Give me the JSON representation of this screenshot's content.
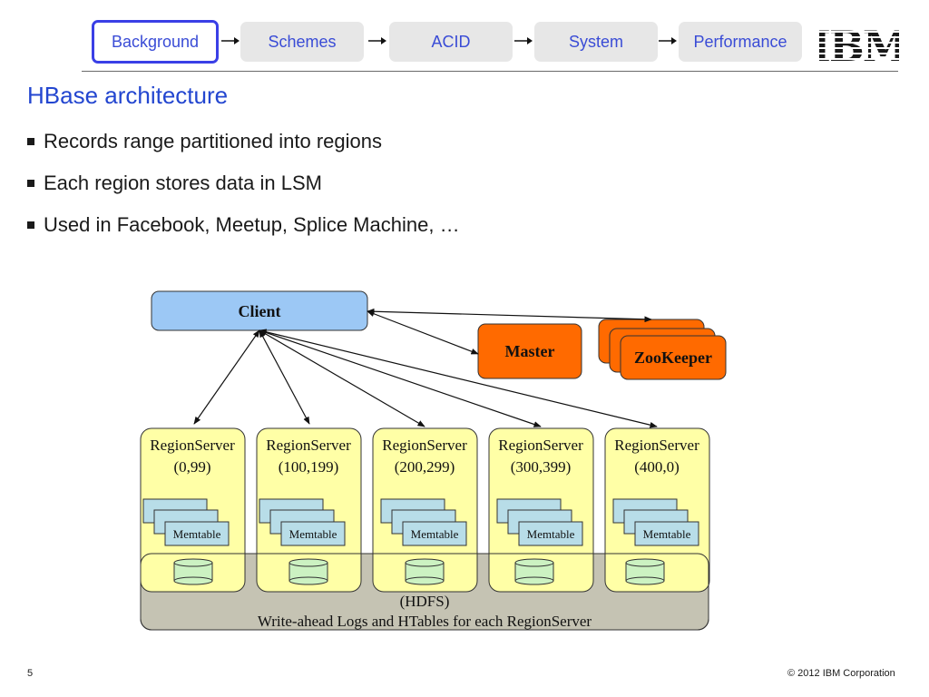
{
  "nav": {
    "tabs": [
      {
        "label": "Background",
        "active": true
      },
      {
        "label": "Schemes",
        "active": false
      },
      {
        "label": "ACID",
        "active": false
      },
      {
        "label": "System",
        "active": false
      },
      {
        "label": "Performance",
        "active": false
      }
    ],
    "logo": "IBM",
    "accent_color": "#3a3fe6"
  },
  "title": "HBase architecture",
  "bullets": [
    "Records range partitioned into regions",
    "Each region stores data in LSM",
    "Used in Facebook, Meetup, Splice Machine, …"
  ],
  "diagram": {
    "client": "Client",
    "master": "Master",
    "zookeeper": "ZooKeeper",
    "region_servers": [
      {
        "label": "RegionServer",
        "range": "(0,99)",
        "memtable": "Memtable"
      },
      {
        "label": "RegionServer",
        "range": "(100,199)",
        "memtable": "Memtable"
      },
      {
        "label": "RegionServer",
        "range": "(200,299)",
        "memtable": "Memtable"
      },
      {
        "label": "RegionServer",
        "range": "(300,399)",
        "memtable": "Memtable"
      },
      {
        "label": "RegionServer",
        "range": "(400,0)",
        "memtable": "Memtable"
      }
    ],
    "hdfs_line1": "(HDFS)",
    "hdfs_line2": "Write-ahead Logs and HTables for each RegionServer",
    "colors": {
      "client": "#9cc8f5",
      "master": "#ff6a00",
      "region_server": "#ffffa6",
      "memtable": "#b8dde8",
      "hdfs": "#c5c3b3",
      "disk": "#ccf2c2"
    }
  },
  "footer": {
    "page_number": "5",
    "copyright": "© 2012 IBM Corporation"
  }
}
